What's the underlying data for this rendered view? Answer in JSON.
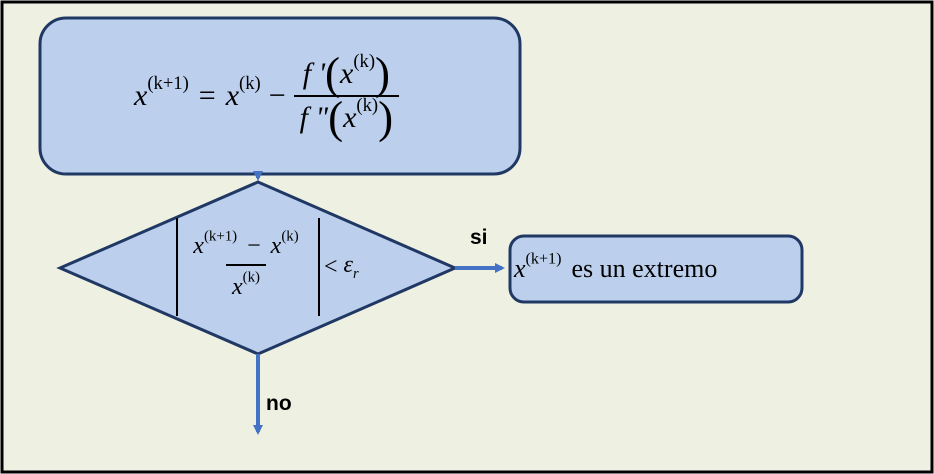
{
  "nodes": {
    "update": {
      "lhs": "x",
      "lhs_sup": "(k+1)",
      "eq": "=",
      "rhs_x": "x",
      "rhs_sup": "(k)",
      "minus": "−",
      "num_f": "f '",
      "num_x": "x",
      "num_sup": "(k)",
      "den_f": "f \"",
      "den_x": "x",
      "den_sup": "(k)"
    },
    "decision": {
      "num_x1": "x",
      "num_sup1": "(k+1)",
      "num_minus": "−",
      "num_x2": "x",
      "num_sup2": "(k)",
      "den_x": "x",
      "den_sup": "(k)",
      "lt": "<",
      "eps": "ε",
      "eps_sub": "r"
    },
    "result": {
      "x": "x",
      "sup": "(k+1)",
      "text": "es un extremo"
    }
  },
  "edges": {
    "yes_label": "si",
    "no_label": "no"
  },
  "colors": {
    "background": "#eef1e2",
    "node_fill": "#bccfec",
    "node_stroke": "#1f3864",
    "arrow": "#4472c4",
    "frame": "#000000"
  }
}
